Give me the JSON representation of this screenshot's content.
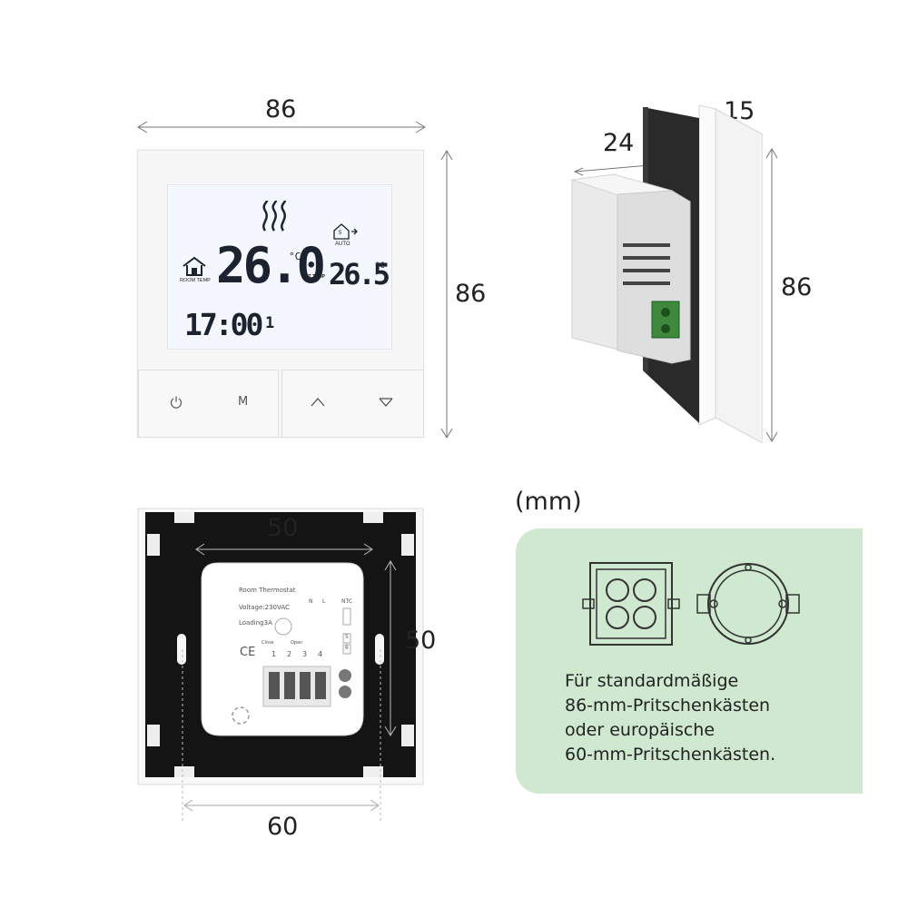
{
  "dimensions": {
    "front_width": "86",
    "front_height": "86",
    "side_depth_body": "24",
    "side_depth_plate": "15",
    "side_height": "86",
    "back_width_holes": "50",
    "back_height_holes": "50",
    "back_width_outer": "60",
    "unit": "(mm)"
  },
  "display": {
    "room_temp_value": "26.0",
    "room_temp_unit": "°C",
    "room_temp_label": "ROOM TEMP",
    "set_temp_value": "26.5",
    "set_temp_unit": "°C",
    "set_temp_label": "SET TEMP",
    "time": "17:00",
    "day": "1",
    "mode_label": "AUTO",
    "schedule_number": "5"
  },
  "buttons": {
    "power_icon": "power-icon",
    "mode_label": "M",
    "up_icon": "chevron-up-icon",
    "down_icon": "chevron-down-icon"
  },
  "back_label": {
    "title": "Room Thermostat",
    "voltage": "Voltage:230VAC",
    "loading": "Loading3A",
    "close": "Close",
    "open": "Open",
    "n": "N",
    "l": "L",
    "ntc": "NTC",
    "terminals": [
      "1",
      "2",
      "3",
      "4"
    ],
    "ntc_terminals": [
      "5",
      "6"
    ],
    "ce_mark": "CE"
  },
  "note": {
    "line1": "Für standardmäßige",
    "line2": "86-mm-Pritschenkästen",
    "line3": "oder europäische",
    "line4": "60-mm-Pritschenkästen."
  },
  "colors": {
    "note_bg": "#cfe8d0",
    "lcd_bg": "#f4f7fd",
    "lcd_text": "#1b2230",
    "plate_black": "#141414"
  }
}
